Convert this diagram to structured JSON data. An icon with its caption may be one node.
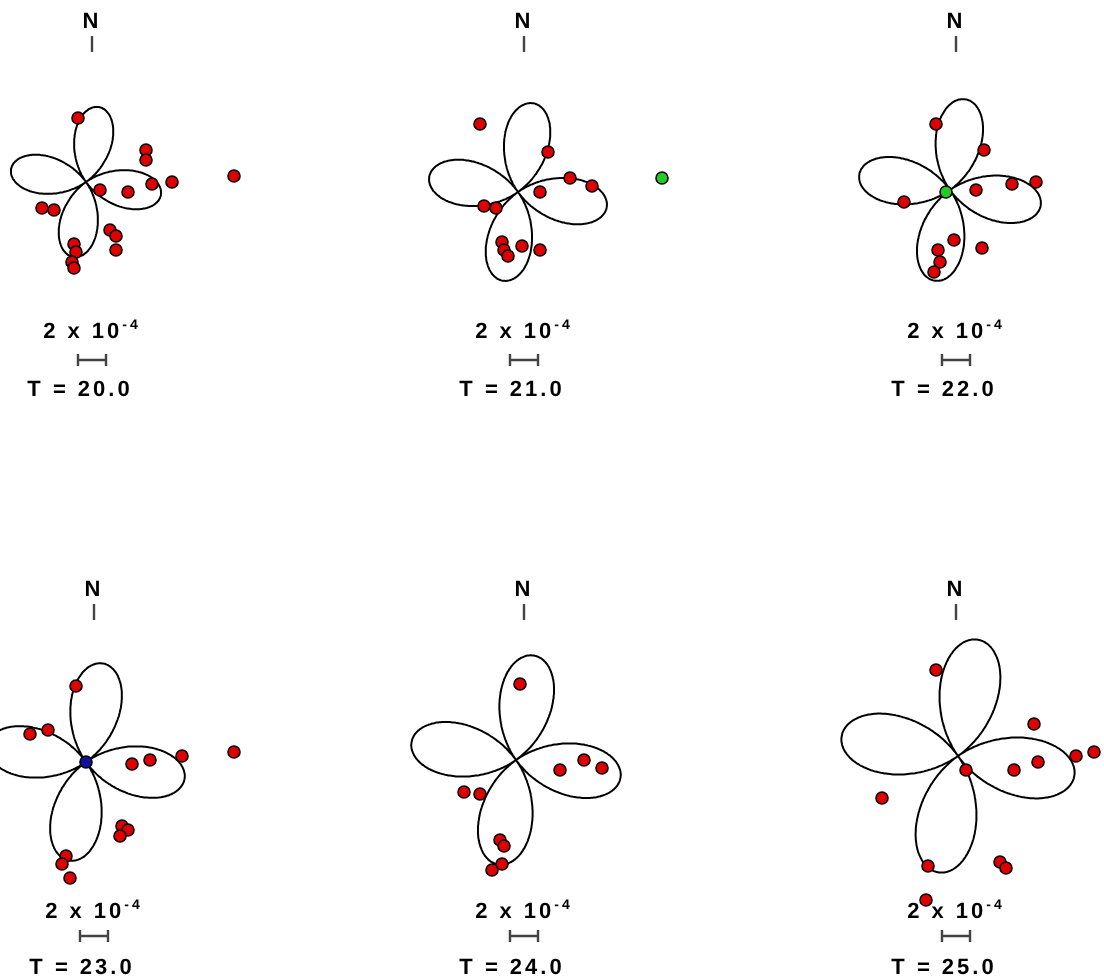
{
  "diagram": {
    "labels": [
      "N",
      "2 x 10$^{-4}$",
      "T = 20.0",
      "N",
      "2 x 10$^{-4}$",
      "T = 21.0",
      "N",
      "2 x 10$^{-4}$",
      "T = 22.0",
      "N",
      "2 x 10$^{-4}$",
      "T = 23.0",
      "N",
      "2 x 10$^{-4}$",
      "T = 24.0",
      "N",
      "2 x 10$^{-4}$",
      "T = 25.0"
    ]
  }
}
